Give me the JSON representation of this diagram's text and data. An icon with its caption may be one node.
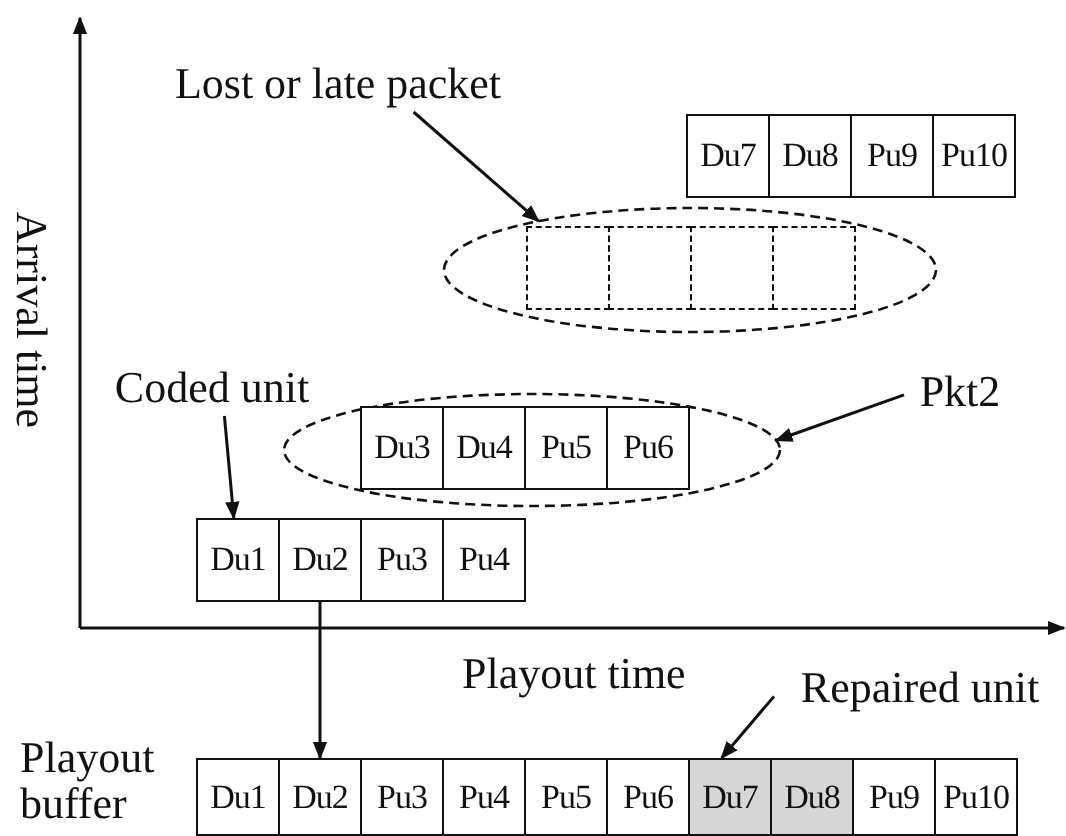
{
  "diagram": {
    "nodes": [
      {
        "text": [
          "Lost or late packet"
        ]
      },
      {
        "text": [
          "Du7"
        ]
      },
      {
        "text": [
          "Du8"
        ]
      },
      {
        "text": [
          "Pu9"
        ]
      },
      {
        "text": [
          "Pu10"
        ]
      },
      {
        "text": [],
        "shape": "ellipse"
      },
      {
        "text": [],
        "shape": "box",
        "in": 5
      },
      {
        "text": [],
        "shape": "box",
        "in": 5
      },
      {
        "text": [],
        "shape": "box",
        "in": 5
      },
      {
        "text": [],
        "shape": "box",
        "in": 5
      },
      {
        "text": [
          "Coded unit"
        ]
      },
      {
        "text": [
          "Pkt2"
        ]
      },
      {
        "text": [],
        "shape": "ellipse"
      },
      {
        "text": [
          "Du3"
        ],
        "in": 12
      },
      {
        "text": [
          "Du4"
        ],
        "in": 12
      },
      {
        "text": [
          "Pu5"
        ],
        "in": 12
      },
      {
        "text": [
          "Pu6"
        ],
        "in": 12
      },
      {
        "text": [
          "Du1"
        ]
      },
      {
        "text": [
          "Du2"
        ]
      },
      {
        "text": [
          "Pu3"
        ]
      },
      {
        "text": [
          "Pu4"
        ]
      },
      {
        "text": [
          "Repaired unit"
        ]
      },
      {
        "text": [
          "Du1"
        ]
      },
      {
        "text": [
          "Du2"
        ]
      },
      {
        "text": [
          "Pu3"
        ]
      },
      {
        "text": [
          "Pu4"
        ]
      },
      {
        "text": [
          "Pu5"
        ]
      },
      {
        "text": [
          "Pu6"
        ]
      },
      {
        "text": [
          "Du7"
        ]
      },
      {
        "text": [
          "Du8"
        ]
      },
      {
        "text": [
          "Pu9"
        ]
      },
      {
        "text": [
          "Pu10"
        ]
      }
    ],
    "edges": [
      {
        "from": 0,
        "to": 5,
        "arrow": "to"
      },
      {
        "from": 10,
        "to": 17,
        "arrow": "to"
      },
      {
        "from": 11,
        "to": 12,
        "arrow": "to"
      },
      {
        "from": 18,
        "to": 23,
        "arrow": "to"
      },
      {
        "from": 21,
        "to": 28,
        "arrow": "to"
      }
    ],
    "labels": [
      "Arrival time",
      "Playout time",
      "Playout buffer"
    ]
  }
}
